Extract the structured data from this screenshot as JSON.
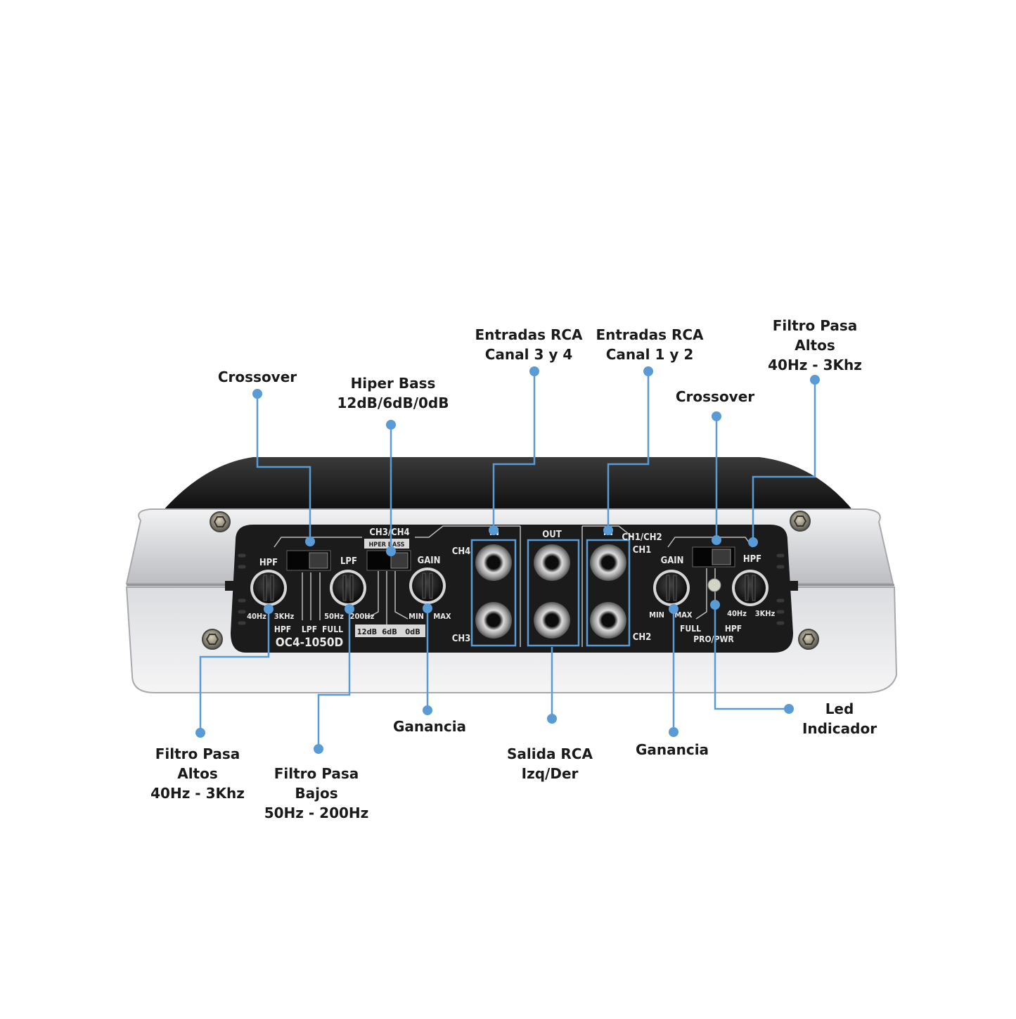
{
  "colors": {
    "leader": "#5b9bd5",
    "panel": "#1d1d1d",
    "chassis": "#d9dadc",
    "top": "#1e1e1e"
  },
  "callouts": {
    "crossover_left": [
      "Crossover"
    ],
    "hiper_bass": [
      "Hiper Bass",
      "12dB/6dB/0dB"
    ],
    "inputs_34": [
      "Entradas RCA",
      "Canal 3 y 4"
    ],
    "inputs_12": [
      "Entradas RCA",
      "Canal 1 y 2"
    ],
    "crossover_right": [
      "Crossover"
    ],
    "hpf_right": [
      "Filtro Pasa",
      "Altos",
      "40Hz - 3Khz"
    ],
    "hpf_left": [
      "Filtro Pasa",
      "Altos",
      "40Hz - 3Khz"
    ],
    "lpf": [
      "Filtro Pasa",
      "Bajos",
      "50Hz - 200Hz"
    ],
    "gain_left": [
      "Ganancia"
    ],
    "rca_out": [
      "Salida RCA",
      "Izq/Der"
    ],
    "gain_right": [
      "Ganancia"
    ],
    "led": [
      "Led",
      "Indicador"
    ]
  },
  "panel": {
    "model": "OC4-1050D",
    "ch3ch4": "CH3/CH4",
    "hyperbass": "HPER BASS",
    "ch1ch2": "CH1/CH2",
    "in_left": "IN",
    "out": "OUT",
    "in_right": "IN",
    "ch4": "CH4",
    "ch3": "CH3",
    "ch1": "CH1",
    "ch2": "CH2",
    "hpf_l": "HPF",
    "lpf": "LPF",
    "gain_l": "GAIN",
    "gain_r": "GAIN",
    "hpf_r": "HPF",
    "hz40_l": "40Hz",
    "khz3_l": "3KHz",
    "hz50": "50Hz",
    "hz200": "200Hz",
    "min_l": "MIN",
    "max_l": "MAX",
    "min_r": "MIN",
    "max_r": "MAX",
    "hz40_r": "40Hz",
    "khz3_r": "3KHz",
    "sw_hpf": "HPF",
    "sw_lpf": "LPF",
    "sw_full": "FULL",
    "db12": "12dB",
    "db6": "6dB",
    "db0": "0dB",
    "sw_full_r": "FULL",
    "sw_hpf_r": "HPF",
    "propwr": "PRO/PWR"
  }
}
